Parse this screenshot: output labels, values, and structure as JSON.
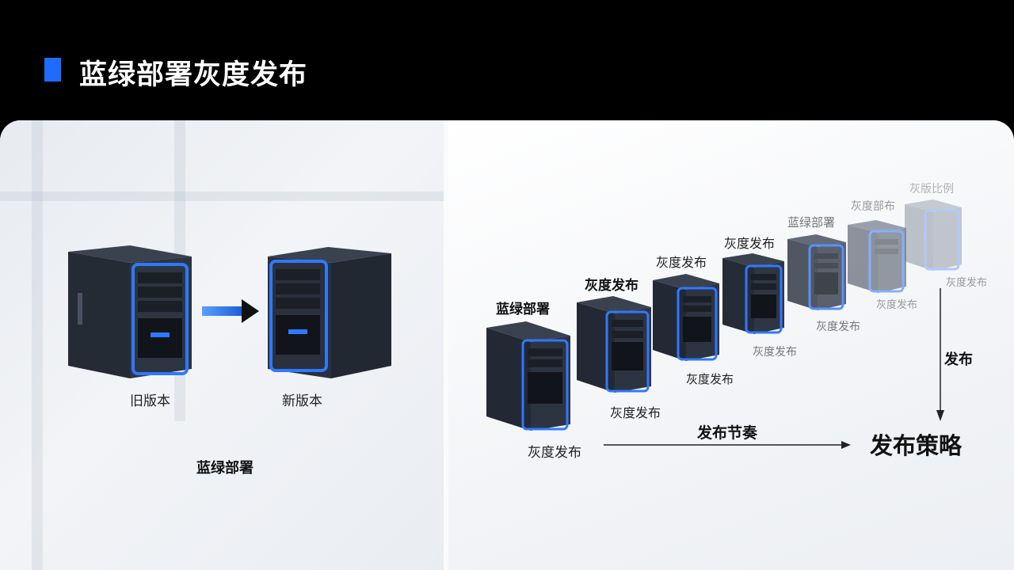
{
  "header": {
    "title": "蓝绿部署灰度发布"
  },
  "colors": {
    "accent": "#1f6bff",
    "server_body": "#2c3340",
    "server_glow": "#2f78ff"
  },
  "left": {
    "old_label": "旧版本",
    "new_label": "新版本",
    "caption": "蓝绿部署"
  },
  "right": {
    "labels": {
      "s1_bottom": "灰度发布",
      "s1_top": "蓝绿部署",
      "s2_bottom": "灰度发布",
      "s2_top": "灰度发布",
      "s3_bottom": "灰度发布",
      "s3_top": "灰度发布",
      "s4_bottom": "灰度发布",
      "s4_top": "灰度发布",
      "s5_bottom": "灰度发布",
      "s5_top": "蓝绿部署",
      "s6_bottom": "灰度发布",
      "s6_top": "灰度部布",
      "s7_bottom": "灰度发布",
      "s7_top": "灰版比例"
    },
    "rhythm_label": "发布节奏",
    "release_label": "发布",
    "strategy_label": "发布策略"
  }
}
